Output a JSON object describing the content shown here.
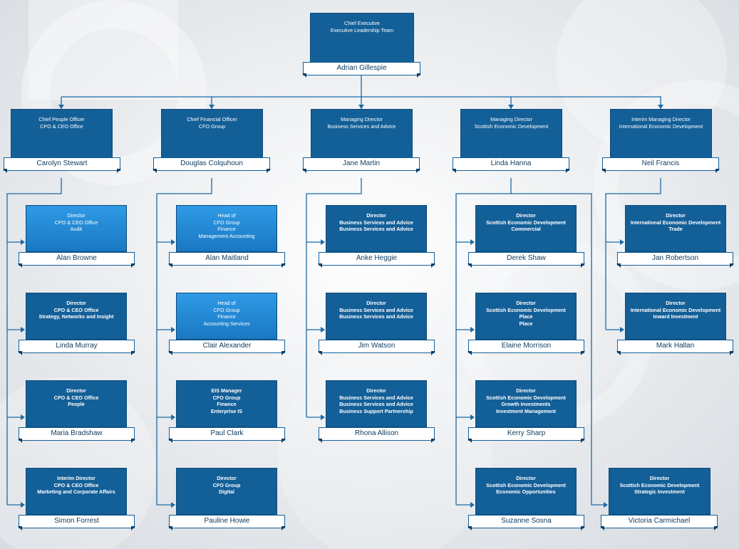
{
  "root": {
    "lines": [
      "Chief Executive",
      "Executive Leadership Team"
    ],
    "name": "Adrian Gillespie"
  },
  "columns": [
    {
      "head": {
        "lines": [
          "Chief People Officer",
          "CPO & CEO Office"
        ],
        "name": "Carolyn Stewart"
      },
      "reports": [
        {
          "lines": [
            "Director",
            "CPO & CEO Office",
            "Audit"
          ],
          "name": "Alan Browne",
          "style": "light"
        },
        {
          "lines": [
            "Director",
            "CPO & CEO Office",
            "Strategy, Networks and Insight"
          ],
          "name": "Linda Murray",
          "style": "bold"
        },
        {
          "lines": [
            "Director",
            "CPO & CEO Office",
            "People"
          ],
          "name": "Maria Bradshaw",
          "style": "bold"
        },
        {
          "lines": [
            "Interim Director",
            "CPO & CEO Office",
            "Marketing and Corporate Affairs"
          ],
          "name": "Simon Forrest",
          "style": "bold"
        }
      ]
    },
    {
      "head": {
        "lines": [
          "Chief Financial Officer",
          "CFO Group"
        ],
        "name": "Douglas Colquhoun"
      },
      "reports": [
        {
          "lines": [
            "Head of",
            "CFO Group",
            "Finance",
            "Management Accounting"
          ],
          "name": "Alan Maitland",
          "style": "light"
        },
        {
          "lines": [
            "Head of",
            "CFO Group",
            "Finance",
            "Accounting Services"
          ],
          "name": "Clair Alexander",
          "style": "light"
        },
        {
          "lines": [
            "EIS Manager",
            "CFO Group",
            "Finance",
            "Enterprise IS"
          ],
          "name": "Paul Clark",
          "style": "bold"
        },
        {
          "lines": [
            "Director",
            "CFO Group",
            "Digital"
          ],
          "name": "Pauline Howie",
          "style": "bold"
        }
      ]
    },
    {
      "head": {
        "lines": [
          "Managing Director",
          "Business Services and Advice"
        ],
        "name": "Jane Martin"
      },
      "reports": [
        {
          "lines": [
            "Director",
            "Business Services and Advice",
            "Business Services and Advice"
          ],
          "name": "Anke Heggie",
          "style": "bold"
        },
        {
          "lines": [
            "Director",
            "Business Services and Advice",
            "Business Services and Advice"
          ],
          "name": "Jim Watson",
          "style": "bold"
        },
        {
          "lines": [
            "Director",
            "Business Services and Advice",
            "Business Services and Advice",
            "Business Support Partnership"
          ],
          "name": "Rhona Allison",
          "style": "bold"
        }
      ]
    },
    {
      "head": {
        "lines": [
          "Managing Director",
          "Scottish Economic Development"
        ],
        "name": "Linda Hanna"
      },
      "reports": [
        {
          "lines": [
            "Director",
            "Scottish Economic Development",
            "Commercial"
          ],
          "name": "Derek Shaw",
          "style": "bold"
        },
        {
          "lines": [
            "Director",
            "Scottish Economic Development",
            "Place",
            "Place"
          ],
          "name": "Elaine Morrison",
          "style": "bold"
        },
        {
          "lines": [
            "Director",
            "Scottish Economic Development",
            "Growth Investments",
            "Investment Management"
          ],
          "name": "Kerry Sharp",
          "style": "bold"
        },
        {
          "lines": [
            "Director",
            "Scottish Economic Development",
            "Economic Opportunities"
          ],
          "name": "Suzanne Sosna",
          "style": "bold"
        }
      ]
    },
    {
      "head": {
        "lines": [
          "Interim Managing Director",
          "International Economic Development"
        ],
        "name": "Neil Francis"
      },
      "reports": [
        {
          "lines": [
            "Director",
            "International Economic Development",
            "Trade"
          ],
          "name": "Jan Robertson",
          "style": "bold"
        },
        {
          "lines": [
            "Director",
            "International Economic Development",
            "Inward Investment"
          ],
          "name": "Mark Hallan",
          "style": "bold"
        }
      ]
    }
  ],
  "extra": {
    "lines": [
      "Director",
      "Scottish Economic Development",
      "Strategic Investment"
    ],
    "name": "Victoria Carmichael",
    "style": "bold"
  },
  "colors": {
    "box": "#135f98",
    "box_light": "#2f9ae6",
    "connector": "#1c6aa5",
    "ribbon_text": "#0d3a5e",
    "background": "#e9ebee"
  }
}
